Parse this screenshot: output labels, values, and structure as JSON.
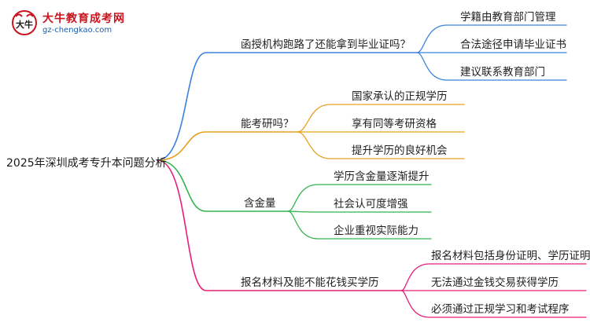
{
  "watermark": {
    "site_name": "大牛教育成考网",
    "site_url": "gz-chengkao.com",
    "logo_text": "大牛",
    "logo_icon": "bull-logo-icon"
  },
  "mindmap": {
    "root": "2025年深圳成考专升本问题分析",
    "branches": [
      {
        "label": "函授机构跑路了还能拿到毕业证吗？",
        "color": "#3c82dc",
        "children": [
          "学籍由教育部门管理",
          "合法途径申请毕业证书",
          "建议联系教育部门"
        ]
      },
      {
        "label": "能考研吗？",
        "color": "#e6a01e",
        "children": [
          "国家承认的正规学历",
          "享有同等考研资格",
          "提升学历的良好机会"
        ]
      },
      {
        "label": "含金量",
        "color": "#32b450",
        "children": [
          "学历含金量逐渐提升",
          "社会认可度增强",
          "企业重视实际能力"
        ]
      },
      {
        "label": "报名材料及能不能花钱买学历",
        "color": "#e61e78",
        "children": [
          "报名材料包括身份证明、学历证明",
          "无法通过金钱交易获得学历",
          "必须通过正规学习和考试程序"
        ]
      }
    ]
  }
}
